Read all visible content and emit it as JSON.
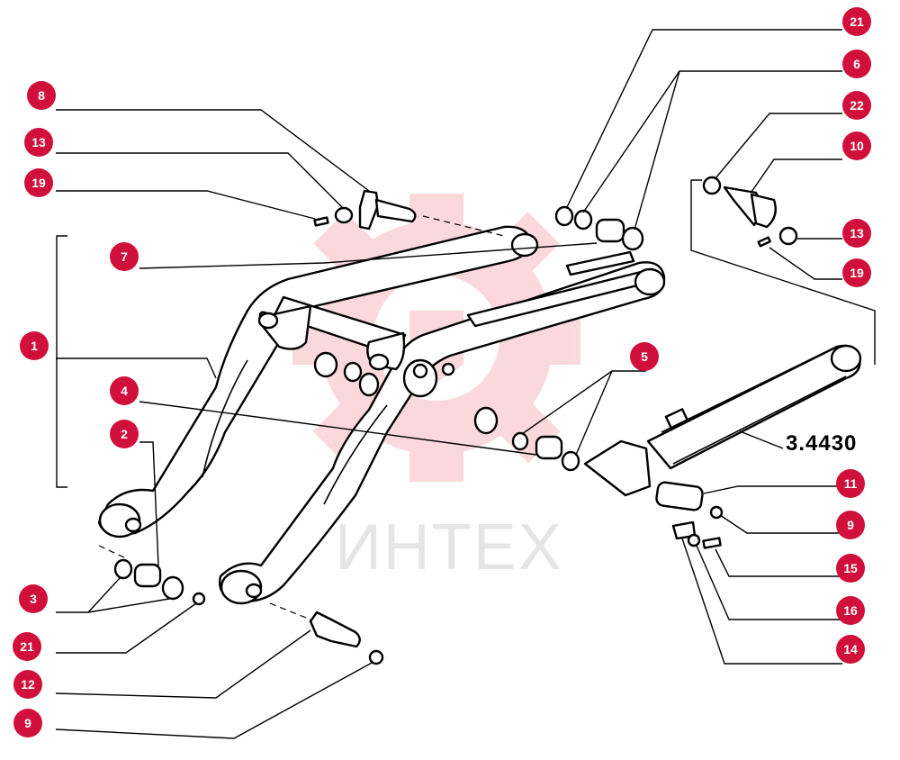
{
  "watermark": {
    "text": "ИНТЕХ",
    "color": "#f4a0a8"
  },
  "reference_code": "3.4430",
  "badge_color": "#d0103a",
  "callouts": [
    {
      "id": "c-8",
      "label": "8"
    },
    {
      "id": "c-13a",
      "label": "13"
    },
    {
      "id": "c-19a",
      "label": "19"
    },
    {
      "id": "c-7",
      "label": "7"
    },
    {
      "id": "c-1",
      "label": "1"
    },
    {
      "id": "c-4",
      "label": "4"
    },
    {
      "id": "c-2",
      "label": "2"
    },
    {
      "id": "c-3",
      "label": "3"
    },
    {
      "id": "c-21a",
      "label": "21"
    },
    {
      "id": "c-12",
      "label": "12"
    },
    {
      "id": "c-9a",
      "label": "9"
    },
    {
      "id": "c-21b",
      "label": "21"
    },
    {
      "id": "c-6",
      "label": "6"
    },
    {
      "id": "c-22",
      "label": "22"
    },
    {
      "id": "c-10",
      "label": "10"
    },
    {
      "id": "c-13b",
      "label": "13"
    },
    {
      "id": "c-19b",
      "label": "19"
    },
    {
      "id": "c-5",
      "label": "5"
    },
    {
      "id": "c-11",
      "label": "11"
    },
    {
      "id": "c-9b",
      "label": "9"
    },
    {
      "id": "c-15",
      "label": "15"
    },
    {
      "id": "c-16",
      "label": "16"
    },
    {
      "id": "c-14",
      "label": "14"
    }
  ]
}
